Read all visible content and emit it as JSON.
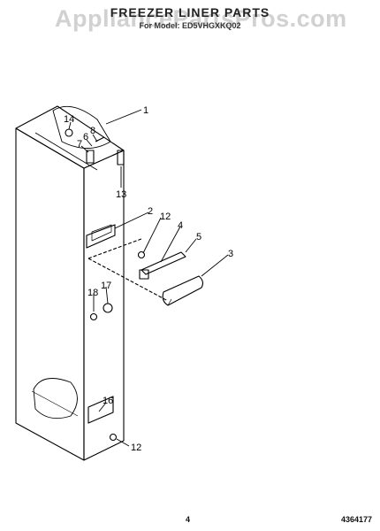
{
  "header": {
    "title": "FREEZER LINER PARTS",
    "subtitle": "For Model: ED5VHGXKQ02",
    "watermark": "AppliancePartsPros.com"
  },
  "callouts": [
    "1",
    "14",
    "8",
    "6",
    "7",
    "13",
    "2",
    "12",
    "4",
    "5",
    "3",
    "18",
    "17",
    "16",
    "12"
  ],
  "footer": {
    "page_number": "4",
    "doc_number": "4364177"
  },
  "colors": {
    "line": "#000000",
    "background": "#ffffff",
    "watermark": "#c9c9c9"
  }
}
